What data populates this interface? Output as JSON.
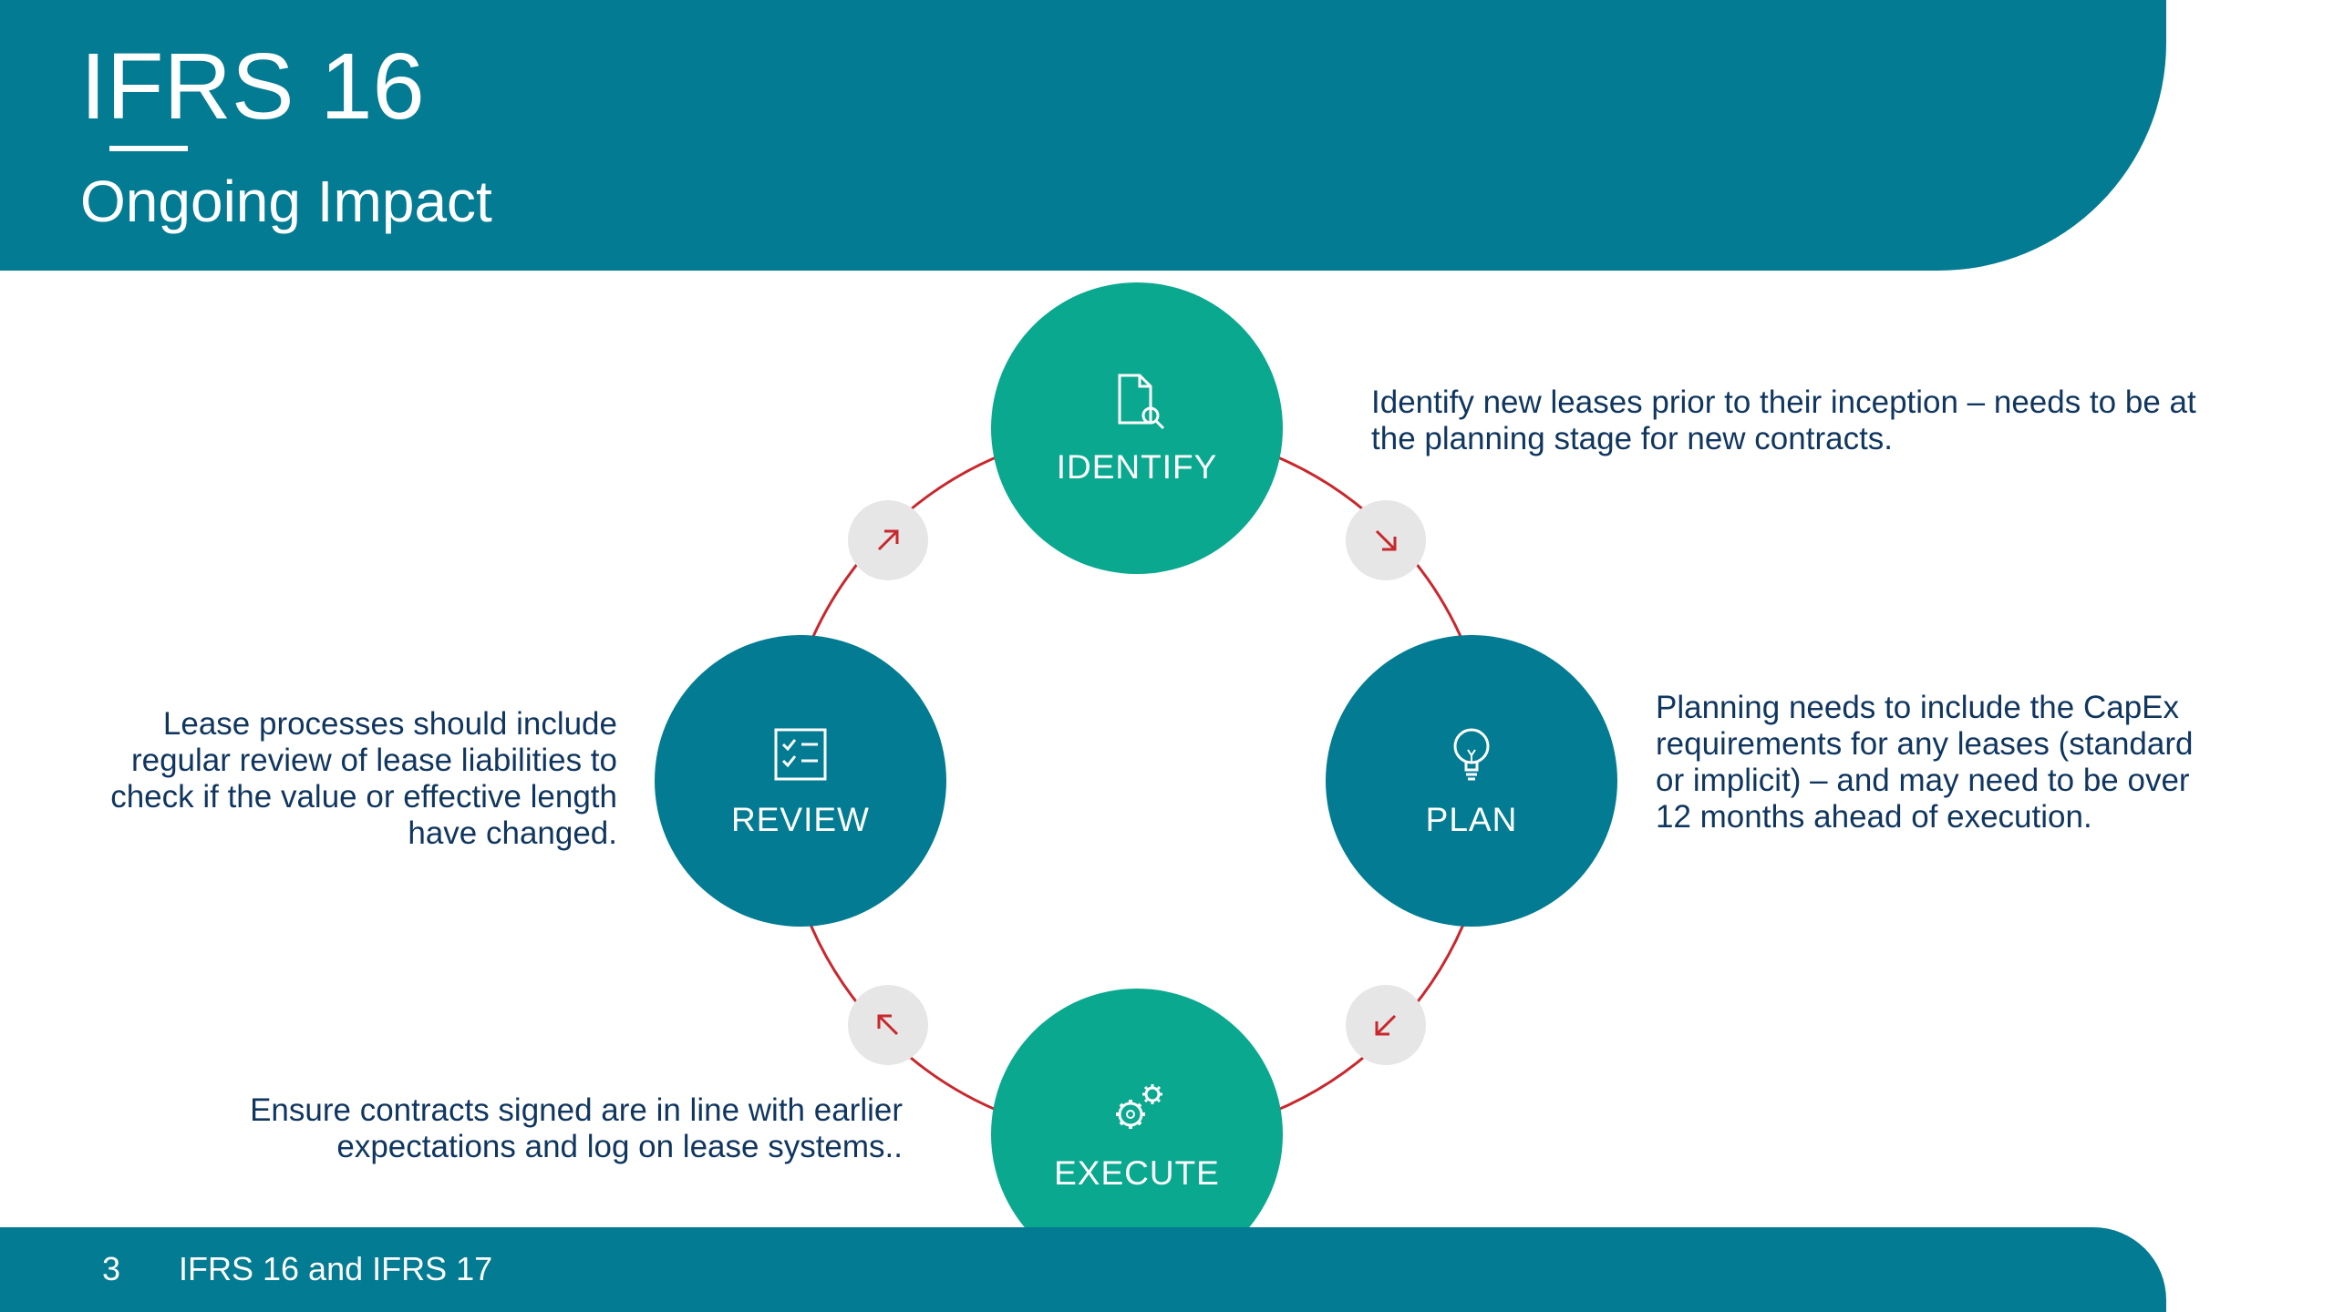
{
  "header": {
    "title": "IFRS 16",
    "subtitle": "Ongoing Impact"
  },
  "footer": {
    "page_number": "3",
    "text": "IFRS 16 and IFRS 17"
  },
  "colors": {
    "teal": "#0aa88f",
    "blue": "#027b93",
    "connector": "#c8282d",
    "text": "#10365f",
    "badge": "#e6e6e6"
  },
  "cycle": {
    "identify": {
      "label": "IDENTIFY",
      "icon": "document-search-icon",
      "description": "Identify new leases prior to their inception – needs to be at the planning stage for new contracts."
    },
    "plan": {
      "label": "PLAN",
      "icon": "lightbulb-icon",
      "description": "Planning needs to include the CapEx requirements for any leases (standard or implicit) – and may need to be over 12 months ahead of execution."
    },
    "execute": {
      "label": "EXECUTE",
      "icon": "gears-icon",
      "description": "Ensure contracts signed are in line with earlier expectations and log on lease systems.."
    },
    "review": {
      "label": "REVIEW",
      "icon": "checklist-icon",
      "description": "Lease processes should include regular review of lease liabilities to check if the value or effective length have changed."
    }
  }
}
